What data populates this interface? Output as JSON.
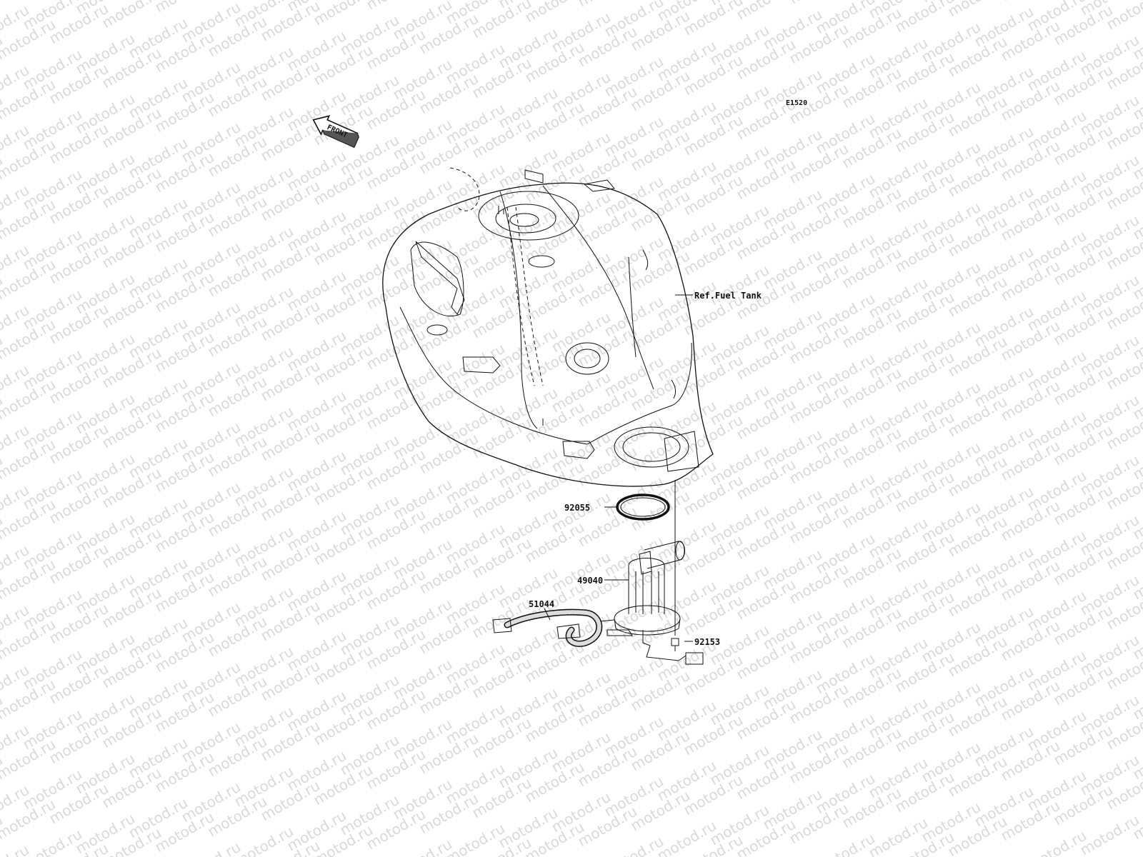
{
  "diagram": {
    "diagram_code": "E1520",
    "front_arrow_label": "FRONT",
    "watermark_text": "motod.ru",
    "parts": [
      {
        "id": "fuel-tank",
        "label": "Ref.Fuel Tank"
      },
      {
        "id": "gasket",
        "label": "92055"
      },
      {
        "id": "fuel-pump",
        "label": "49040"
      },
      {
        "id": "fuel-hose",
        "label": "51044"
      },
      {
        "id": "bolt",
        "label": "92153"
      }
    ],
    "colors": {
      "line": "#111111",
      "watermark": "#d9d9d9",
      "background": "#ffffff"
    }
  }
}
